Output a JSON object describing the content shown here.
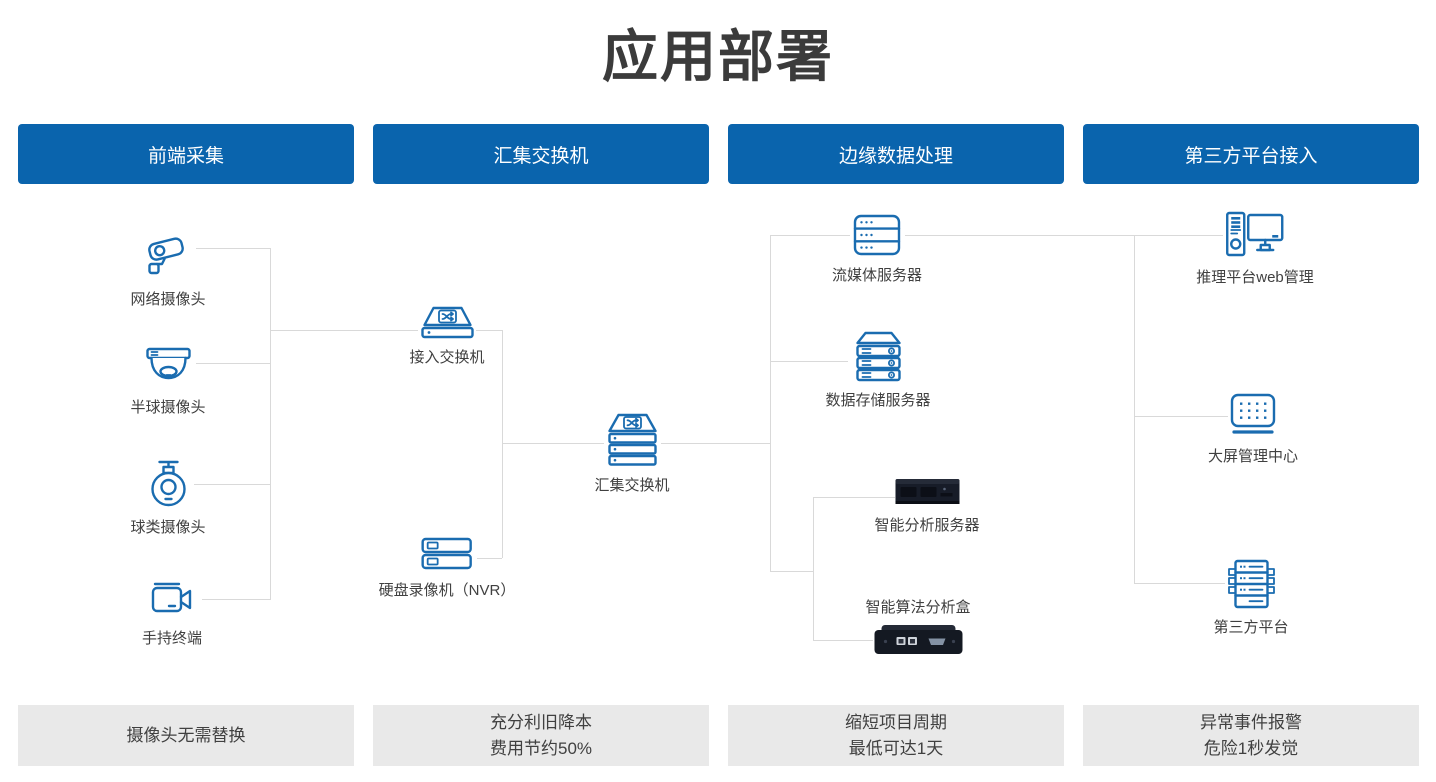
{
  "title": "应用部署",
  "columns": [
    {
      "header": "前端采集",
      "footer": [
        "摄像头无需替换"
      ]
    },
    {
      "header": "汇集交换机",
      "footer": [
        "充分利旧降本",
        "费用节约50%"
      ]
    },
    {
      "header": "边缘数据处理",
      "footer": [
        "缩短项目周期",
        "最低可达1天"
      ]
    },
    {
      "header": "第三方平台接入",
      "footer": [
        "异常事件报警",
        "危险1秒发觉"
      ]
    }
  ],
  "nodes": {
    "network_camera": {
      "label": "网络摄像头",
      "icon": "bullet-camera-icon"
    },
    "dome_camera": {
      "label": "半球摄像头",
      "icon": "dome-camera-icon"
    },
    "ball_camera": {
      "label": "球类摄像头",
      "icon": "ptz-ball-camera-icon"
    },
    "handheld_terminal": {
      "label": "手持终端",
      "icon": "video-camera-icon"
    },
    "access_switch": {
      "label": "接入交换机",
      "icon": "switch-icon"
    },
    "nvr": {
      "label": "硬盘录像机（NVR）",
      "icon": "nvr-recorder-icon"
    },
    "aggregation_switch": {
      "label": "汇集交换机",
      "icon": "stacked-switch-icon"
    },
    "streaming_server": {
      "label": "流媒体服务器",
      "icon": "server-dots-icon"
    },
    "storage_server": {
      "label": "数据存储服务器",
      "icon": "storage-server-icon"
    },
    "analysis_server": {
      "label": "智能分析服务器",
      "icon": "rack-server-photo"
    },
    "algorithm_box": {
      "label": "智能算法分析盒",
      "icon": "edge-box-photo"
    },
    "inference_web": {
      "label": "推理平台web管理",
      "icon": "desktop-computer-icon"
    },
    "screen_center": {
      "label": "大屏管理中心",
      "icon": "led-screen-icon"
    },
    "third_party": {
      "label": "第三方平台",
      "icon": "server-rack-icon"
    }
  },
  "colors": {
    "primary_blue": "#0a64ad",
    "icon_blue": "#1a6cb0",
    "line_gray": "#d9d9d9",
    "footer_bg": "#e9e9e9",
    "text_dark": "#404040"
  }
}
